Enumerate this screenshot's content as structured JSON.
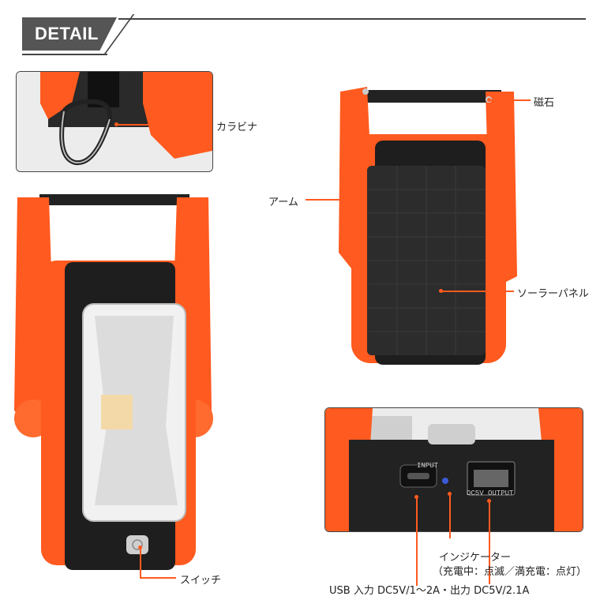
{
  "header": {
    "title": "DETAIL"
  },
  "callouts": {
    "carabiner": "カラビナ",
    "magnet": "磁石",
    "arm": "アーム",
    "solar_panel": "ソーラーパネル",
    "switch": "スイッチ",
    "indicator": "インジケーター",
    "indicator_note": "（充電中：点滅／満充電：点灯）",
    "usb": "USB 入力 DC5V/1～2A・出力 DC5V/2.1A"
  },
  "port_labels": {
    "input": "INPUT",
    "output": "DC5V OUTPUT"
  },
  "colors": {
    "accent": "#ff5a1f",
    "body": "#1e1e1e",
    "header": "#555555"
  }
}
